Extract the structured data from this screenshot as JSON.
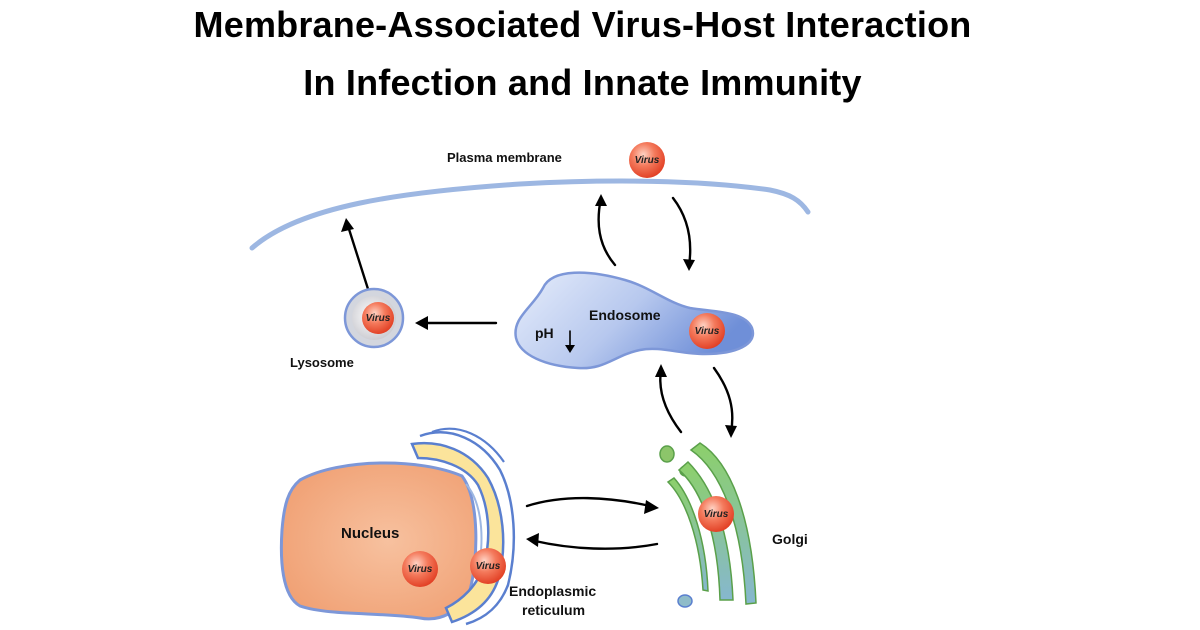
{
  "title": {
    "line1": "Membrane-Associated Virus-Host Interaction",
    "line2": "In Infection and Innate Immunity"
  },
  "labels": {
    "plasma_membrane": "Plasma membrane",
    "endosome": "Endosome",
    "ph": "pH",
    "lysosome": "Lysosome",
    "nucleus": "Nucleus",
    "golgi": "Golgi",
    "er_line1": "Endoplasmic",
    "er_line2": "reticulum"
  },
  "virus_label": "Virus",
  "colors": {
    "membrane": "#9db7e2",
    "endosome_fill": "#a9bdea",
    "nucleus_fill": "#f3b58f",
    "er_fill": "#fbe49b",
    "golgi_green": "#8cc56a",
    "golgi_teal": "#8fbcc9",
    "virus": "#f0553b"
  }
}
